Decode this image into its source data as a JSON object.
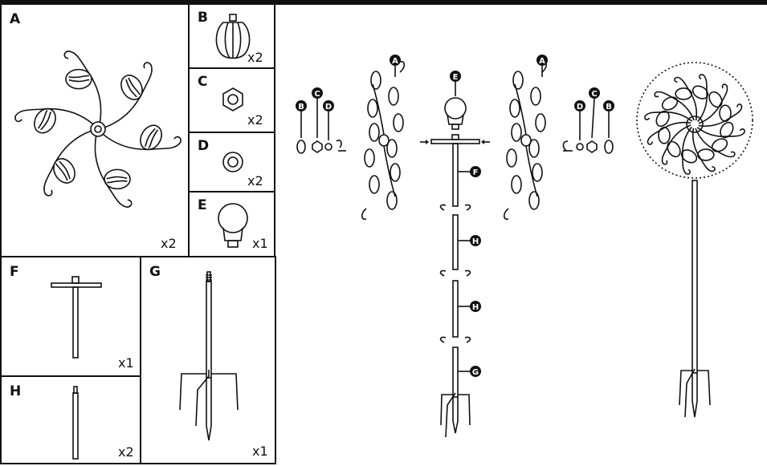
{
  "parts": {
    "A": {
      "letter": "A",
      "qty": "x2"
    },
    "B": {
      "letter": "B",
      "qty": "x2"
    },
    "C": {
      "letter": "C",
      "qty": "x2"
    },
    "D": {
      "letter": "D",
      "qty": "x2"
    },
    "E": {
      "letter": "E",
      "qty": "x1"
    },
    "F": {
      "letter": "F",
      "qty": "x1"
    },
    "G": {
      "letter": "G",
      "qty": "x1"
    },
    "H": {
      "letter": "H",
      "qty": "x2"
    }
  },
  "assembly": {
    "callouts": {
      "a_left": "A",
      "a_right": "A",
      "b_left": "B",
      "b_right": "B",
      "c_left": "C",
      "c_right": "C",
      "d_left": "D",
      "d_right": "D",
      "e": "E",
      "f": "F",
      "h1": "H",
      "h2": "H",
      "g": "G"
    }
  }
}
